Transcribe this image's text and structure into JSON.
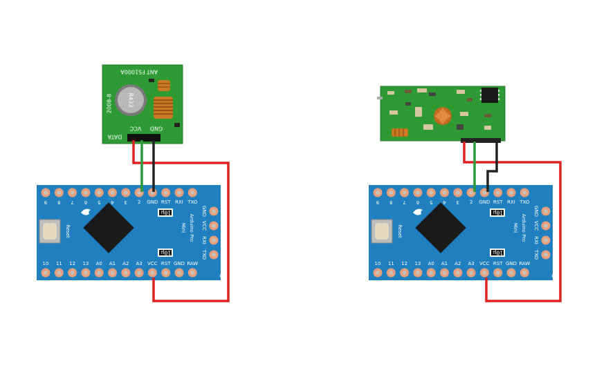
{
  "colors": {
    "board": "#1f7fbf",
    "pad": "#e9a07a",
    "pad_hole": "#c7c0b8",
    "module_green": "#2f9a33",
    "wire_red": "#dd2222",
    "wire_green": "#2a9a3a",
    "wire_black": "#222222"
  },
  "transmitter": {
    "model": "FS1000A",
    "date": "2008-8",
    "crystal": "R433",
    "pin_labels": [
      "DATA",
      "VCC",
      "GND"
    ],
    "ant_label": "ANT"
  },
  "arduino": {
    "top_pins": [
      "9",
      "8",
      "7",
      "6",
      "5",
      "4",
      "3",
      "2",
      "GND",
      "RST",
      "RXI",
      "TXO"
    ],
    "bottom_pins": [
      "10",
      "11",
      "12",
      "13",
      "A0",
      "A1",
      "A2",
      "A3",
      "VCC",
      "RST",
      "GND",
      "RAW"
    ],
    "right_pins": [
      "GND",
      "VCC",
      "RXI",
      "TXO"
    ],
    "blk": "BLK",
    "grn": "GRN",
    "reset_label": "Reset",
    "board_name_1": "Arduino Pro",
    "board_name_2": "Mini",
    "cap_label": "10μ"
  }
}
